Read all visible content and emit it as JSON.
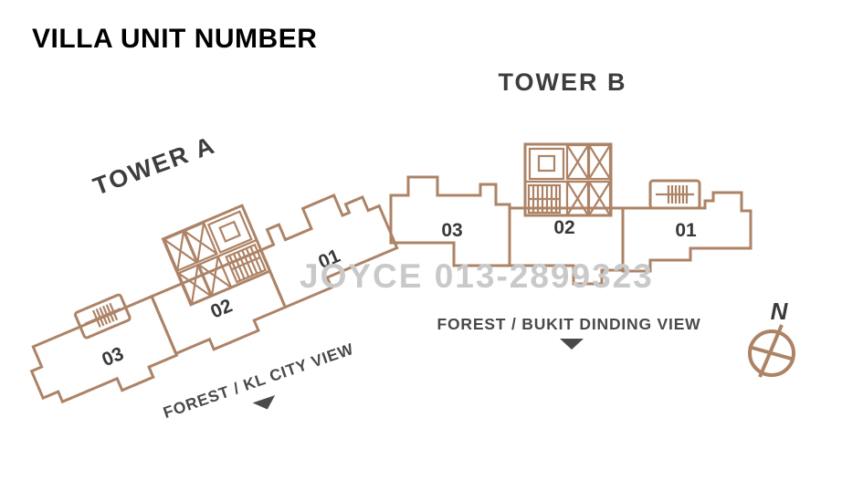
{
  "title": "VILLA UNIT NUMBER",
  "watermark": "JOYCE 013-2899323",
  "tower_a": {
    "label": "TOWER A",
    "units": [
      "03",
      "02",
      "01"
    ],
    "view": "FOREST / KL CITY VIEW"
  },
  "tower_b": {
    "label": "TOWER B",
    "units": [
      "03",
      "02",
      "01"
    ],
    "view": "FOREST / BUKIT DINDING VIEW"
  },
  "compass": {
    "north": "N"
  },
  "icons": [
    "lift-core-icon",
    "stair-icon",
    "view-direction-arrow-icon",
    "compass-rose-icon"
  ],
  "colors": {
    "plan_outline": "#ad8366",
    "label_text": "#3d3d3d",
    "watermark_text": "#c9c9c9",
    "title_text": "#000000"
  }
}
